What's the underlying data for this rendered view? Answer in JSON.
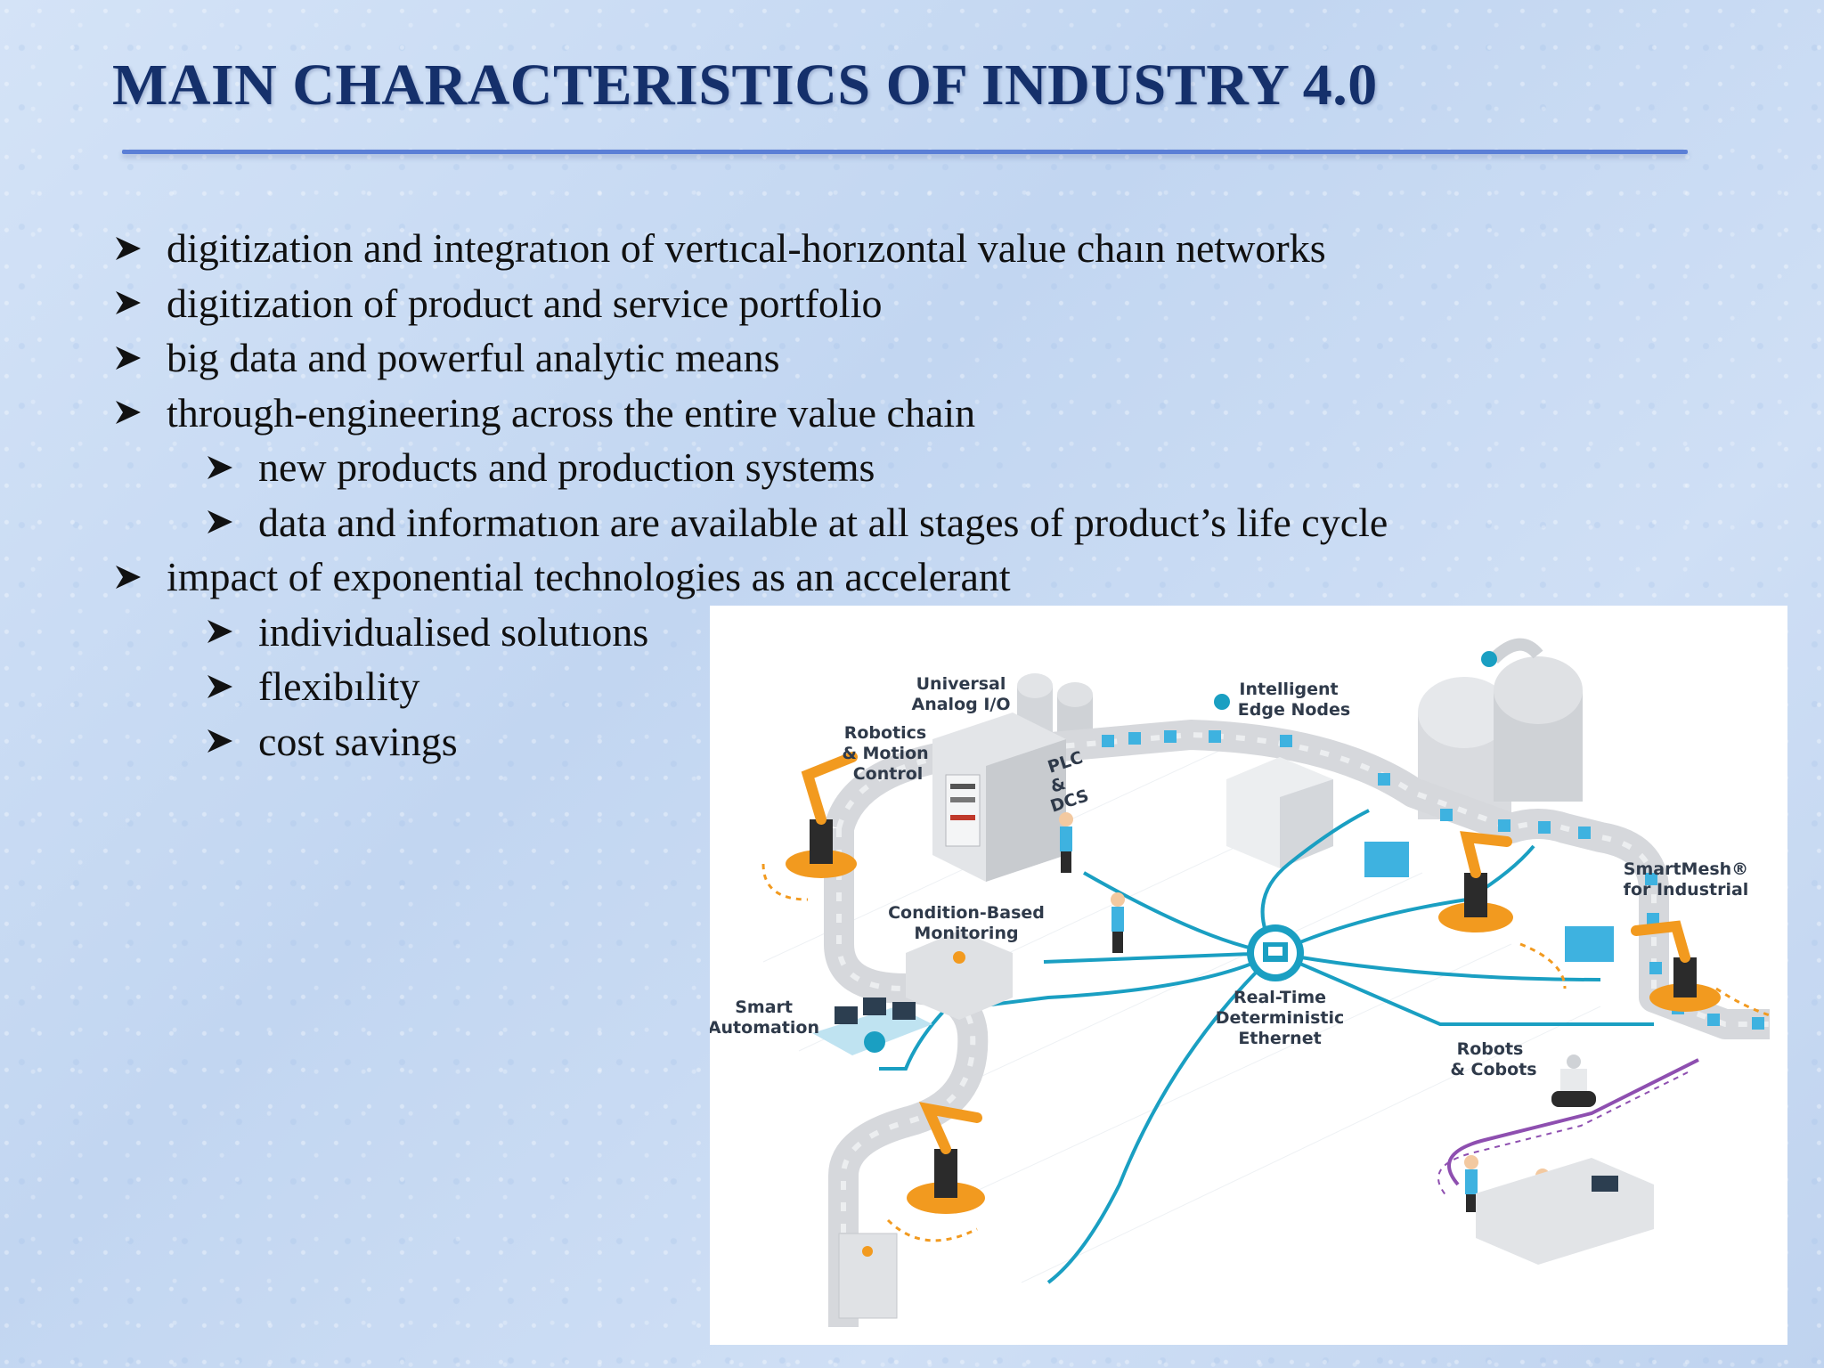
{
  "slide": {
    "title": "MAIN CHARACTERISTICS OF INDUSTRY 4.0",
    "bullets": [
      {
        "level": 1,
        "text": "digitization and integratıon of vertıcal-horızontal value chaın networks"
      },
      {
        "level": 1,
        "text": "digitization of product and service portfolio"
      },
      {
        "level": 1,
        "text": "big data and powerful analytic means"
      },
      {
        "level": 1,
        "text": "through-engineering across the entire value chain"
      },
      {
        "level": 2,
        "text": "new products and production systems"
      },
      {
        "level": 2,
        "text": "data and informatıon are available at all stages of product’s life cycle"
      },
      {
        "level": 1,
        "text": "impact of exponential technologies as an accelerant"
      },
      {
        "level": 2,
        "text": "individualised solutıons"
      },
      {
        "level": 2,
        "text": "flexibılity"
      },
      {
        "level": 2,
        "text": "cost savings"
      }
    ]
  },
  "figure": {
    "labels": {
      "universal_analog_1": "Universal",
      "universal_analog_2": "Analog I/O",
      "edge_nodes_1": "Intelligent",
      "edge_nodes_2": "Edge Nodes",
      "robotics_1": "Robotics",
      "robotics_2": "& Motion",
      "robotics_3": "Control",
      "plc_1": "PLC",
      "plc_2": "&",
      "plc_3": "DCS",
      "smartmesh_1": "SmartMesh®",
      "smartmesh_2": "for Industrial",
      "condition_1": "Condition-Based",
      "condition_2": "Monitoring",
      "smart_auto_1": "Smart",
      "smart_auto_2": "Automation",
      "ethernet_1": "Real-Time",
      "ethernet_2": "Deterministic",
      "ethernet_3": "Ethernet",
      "robots_1": "Robots",
      "robots_2": "& Cobots"
    },
    "colors": {
      "network": "#1a9fc2",
      "robot": "#f29a1f",
      "conveyor": "#d6d8dc",
      "boxes": "#3eb2e0",
      "path": "#8e4fb0"
    }
  }
}
